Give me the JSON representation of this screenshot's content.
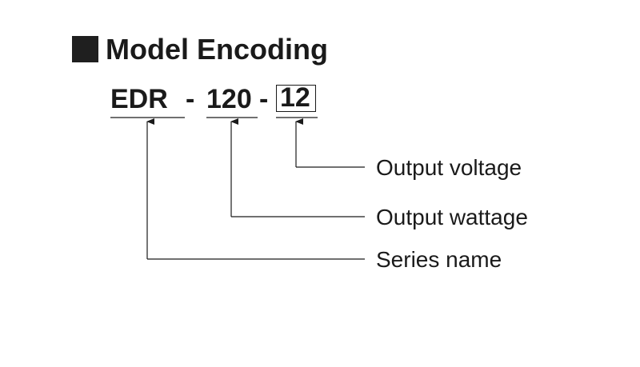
{
  "heading": {
    "title": "Model Encoding"
  },
  "model_code": {
    "series": "EDR",
    "separator_1": "-",
    "wattage": "120",
    "separator_2": "-",
    "voltage": "12"
  },
  "callouts": {
    "voltage_label": "Output voltage",
    "wattage_label": "Output wattage",
    "series_label": "Series name"
  }
}
